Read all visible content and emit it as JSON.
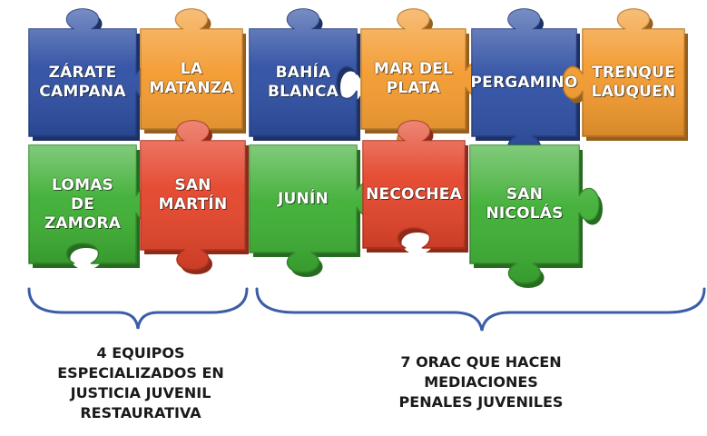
{
  "colors": {
    "blue": "#2E4FA3",
    "orange": "#F39A2E",
    "green": "#3DAE33",
    "red": "#E4442A",
    "bracket": "#3B5DA8",
    "caption_text": "#1a1a1a"
  },
  "pieces": [
    {
      "id": "zarate-campana",
      "color": "blue",
      "lines": [
        "ZÁRATE",
        "CAMPANA"
      ]
    },
    {
      "id": "la-matanza",
      "color": "orange",
      "lines": [
        "LA",
        "MATANZA"
      ]
    },
    {
      "id": "bahia-blanca",
      "color": "blue",
      "lines": [
        "BAHÍA",
        "BLANCA"
      ]
    },
    {
      "id": "mar-del-plata",
      "color": "orange",
      "lines": [
        "MAR DEL",
        "PLATA"
      ]
    },
    {
      "id": "pergamino",
      "color": "blue",
      "lines": [
        "PERGAMINO"
      ]
    },
    {
      "id": "trenque-lauquen",
      "color": "orange",
      "lines": [
        "TRENQUE",
        "LAUQUEN"
      ]
    },
    {
      "id": "lomas-de-zamora",
      "color": "green",
      "lines": [
        "LOMAS",
        "DE",
        "ZAMORA"
      ]
    },
    {
      "id": "san-martin",
      "color": "red",
      "lines": [
        "SAN",
        "MARTÍN"
      ]
    },
    {
      "id": "junin",
      "color": "green",
      "lines": [
        "JUNÍN"
      ]
    },
    {
      "id": "necochea",
      "color": "red",
      "lines": [
        "NECOCHEA"
      ]
    },
    {
      "id": "san-nicolas",
      "color": "green",
      "lines": [
        "SAN",
        "NICOLÁS"
      ]
    }
  ],
  "captions": {
    "left": [
      "4 EQUIPOS",
      "ESPECIALIZADOS EN",
      "JUSTICIA JUVENIL",
      "RESTAURATIVA"
    ],
    "right": [
      "7 ORAC QUE HACEN",
      "MEDIACIONES",
      "PENALES JUVENILES"
    ]
  }
}
